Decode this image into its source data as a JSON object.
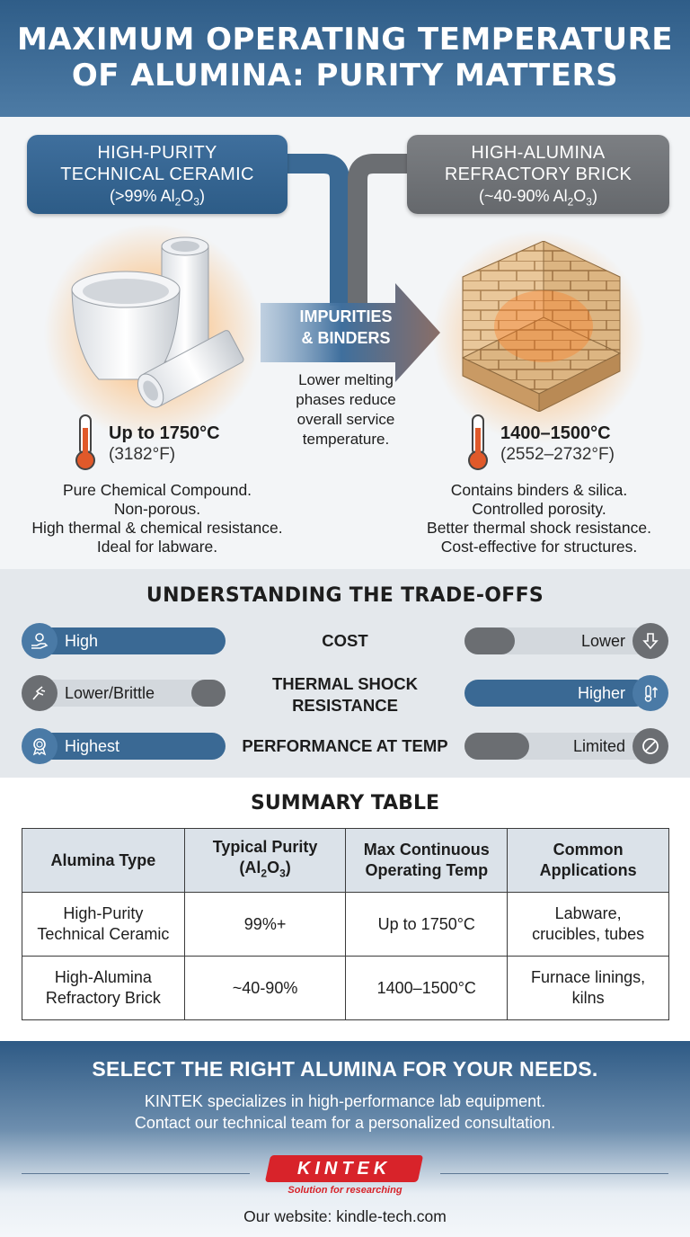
{
  "header": {
    "title_line1": "MAXIMUM OPERATING TEMPERATURE",
    "title_line2": "OF ALUMINA: PURITY MATTERS"
  },
  "left": {
    "name_line1": "HIGH-PURITY",
    "name_line2": "TECHNICAL CERAMIC",
    "purity_pre": "(>99% Al",
    "purity_sub": "2",
    "purity_mid": "O",
    "purity_sub2": "3",
    "purity_post": ")",
    "temp_main": "Up to 1750°C",
    "temp_sub": "(3182°F)",
    "desc": [
      "Pure Chemical Compound.",
      "Non-porous.",
      "High thermal & chemical resistance.",
      "Ideal for labware."
    ]
  },
  "right": {
    "name_line1": "HIGH-ALUMINA",
    "name_line2": "REFRACTORY BRICK",
    "purity_pre": "(~40-90% Al",
    "purity_sub": "2",
    "purity_mid": "O",
    "purity_sub2": "3",
    "purity_post": ")",
    "temp_main": "1400–1500°C",
    "temp_sub": "(2552–2732°F)",
    "desc": [
      "Contains binders & silica.",
      "Controlled porosity.",
      "Better thermal shock resistance.",
      "Cost-effective for structures."
    ]
  },
  "arrow": {
    "label_line1": "IMPURITIES",
    "label_line2": "& BINDERS",
    "desc": [
      "Lower melting",
      "phases reduce",
      "overall service",
      "temperature."
    ]
  },
  "tradeoffs": {
    "title": "UNDERSTANDING THE TRADE-OFFS",
    "rows": [
      {
        "metric": "COST",
        "left": "High",
        "right": "Lower",
        "left_icon": "hand-coin-icon",
        "right_icon": "arrow-down-icon"
      },
      {
        "metric": "THERMAL SHOCK RESISTANCE",
        "metric_line1": "THERMAL SHOCK",
        "metric_line2": "RESISTANCE",
        "left": "Lower/Brittle",
        "right": "Higher",
        "left_icon": "crack-icon",
        "right_icon": "thermometer-up-icon"
      },
      {
        "metric": "PERFORMANCE AT TEMP",
        "left": "Highest",
        "right": "Limited",
        "left_icon": "award-badge-icon",
        "right_icon": "prohibited-icon"
      }
    ],
    "colors": {
      "active": "#3a6994",
      "inactive": "#6b6e72"
    }
  },
  "summary": {
    "title": "SUMMARY TABLE",
    "headers": {
      "type": "Alumina Type",
      "purity_line1": "Typical Purity",
      "purity_line2_pre": "(Al",
      "purity_line2_sub": "2",
      "purity_line2_mid": "O",
      "purity_line2_sub2": "3",
      "purity_line2_post": ")",
      "temp_line1": "Max Continuous",
      "temp_line2": "Operating Temp",
      "apps_line1": "Common",
      "apps_line2": "Applications"
    },
    "rows": [
      {
        "type_line1": "High-Purity",
        "type_line2": "Technical Ceramic",
        "purity": "99%+",
        "temp": "Up to 1750°C",
        "apps_line1": "Labware,",
        "apps_line2": "crucibles, tubes"
      },
      {
        "type_line1": "High-Alumina",
        "type_line2": "Refractory Brick",
        "purity": "~40-90%",
        "temp": "1400–1500°C",
        "apps_line1": "Furnace linings,",
        "apps_line2": "kilns"
      }
    ]
  },
  "footer": {
    "cta": "SELECT THE RIGHT ALUMINA FOR YOUR NEEDS.",
    "line1": "KINTEK specializes in high-performance lab equipment.",
    "line2": "Contact our technical team for a personalized consultation.",
    "logo": "KINTEK",
    "tagline": "Solution for researching",
    "website": "Our website: kindle-tech.com"
  }
}
